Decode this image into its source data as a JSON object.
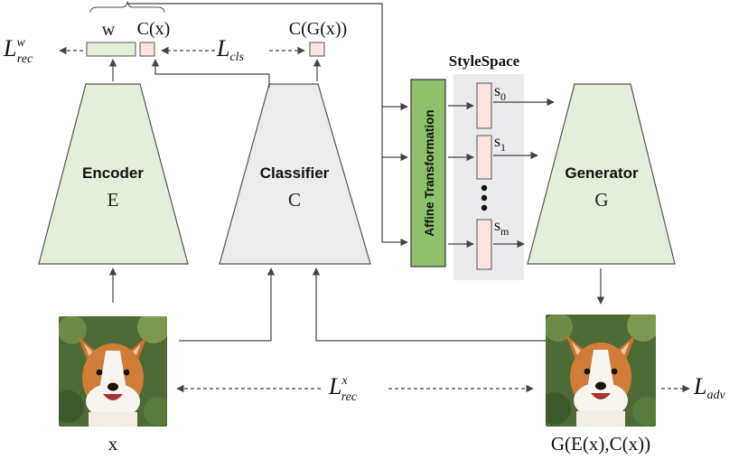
{
  "labels": {
    "w": "w",
    "cx": "C(x)",
    "cgx": "C(G(x))",
    "style_space": "StyleSpace",
    "affine": "Affine Transformation",
    "encoder_name": "Encoder",
    "encoder_symbol": "E",
    "classifier_name": "Classifier",
    "classifier_symbol": "C",
    "generator_name": "Generator",
    "generator_symbol": "G",
    "input_caption": "x",
    "output_caption": "G(E(x),C(x))"
  },
  "style_codes": [
    {
      "base": "s",
      "sub": "0"
    },
    {
      "base": "s",
      "sub": "1"
    },
    {
      "base": "s",
      "sub": "m"
    }
  ],
  "ellipsis_count": 3,
  "losses": {
    "rec_w": {
      "script": "L",
      "sup": "w",
      "sub": "rec"
    },
    "cls": {
      "script": "L",
      "sub": "cls"
    },
    "rec_x": {
      "script": "L",
      "sup": "x",
      "sub": "rec"
    },
    "adv": {
      "script": "L",
      "sub": "adv"
    }
  },
  "colors": {
    "encoder_fill": "#e3efda",
    "classifier_fill": "#ececec",
    "generator_fill": "#e3efda",
    "affine_fill": "#8fc06c",
    "latent_fill": "#e3efda",
    "class_code_fill": "#fbe3df",
    "stylespace_bg": "#ebebee"
  },
  "images": {
    "input": "corgi-photo",
    "output": "corgi-photo-reconstructed"
  }
}
